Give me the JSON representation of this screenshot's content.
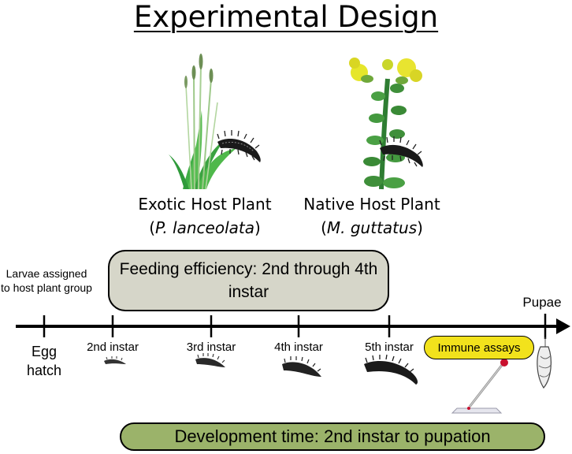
{
  "title": "Experimental Design",
  "plants": {
    "exotic": {
      "name": "Exotic Host Plant",
      "species": "P. lanceolata"
    },
    "native": {
      "name": "Native Host Plant",
      "species": "M. guttatus"
    }
  },
  "timeline": {
    "assignment_label": "Larvae assigned to host plant group",
    "egg_hatch": "Egg hatch",
    "stages": [
      "2nd instar",
      "3rd instar",
      "4th instar",
      "5th instar"
    ],
    "pupae": "Pupae"
  },
  "boxes": {
    "feeding": "Feeding efficiency: 2nd through 4th instar",
    "immune": "Immune assays",
    "development": "Development time: 2nd instar to pupation"
  },
  "colors": {
    "feeding_box": "#d6d6c9",
    "immune_box": "#f2e21c",
    "development_box": "#9bb36a"
  }
}
